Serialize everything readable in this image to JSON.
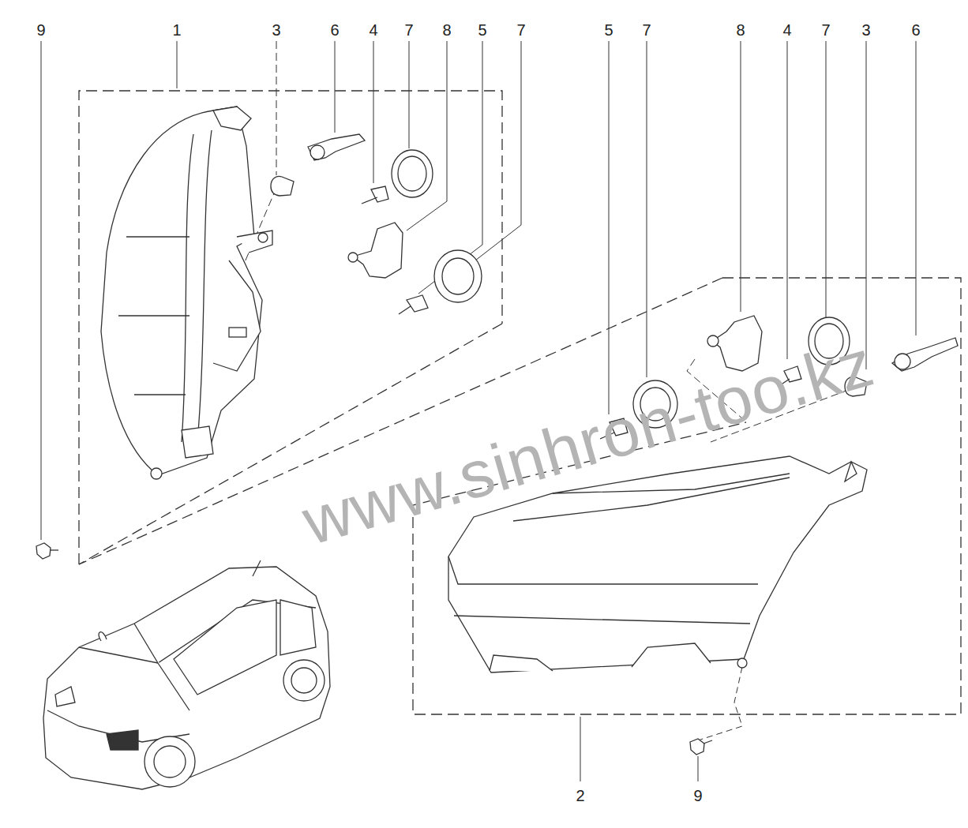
{
  "diagram": {
    "labels": [
      "9",
      "1",
      "3",
      "6",
      "4",
      "7",
      "8",
      "5",
      "7",
      "5",
      "7",
      "8",
      "4",
      "7",
      "3",
      "6",
      "www.sinhron-too.kz",
      "2",
      "9"
    ]
  }
}
